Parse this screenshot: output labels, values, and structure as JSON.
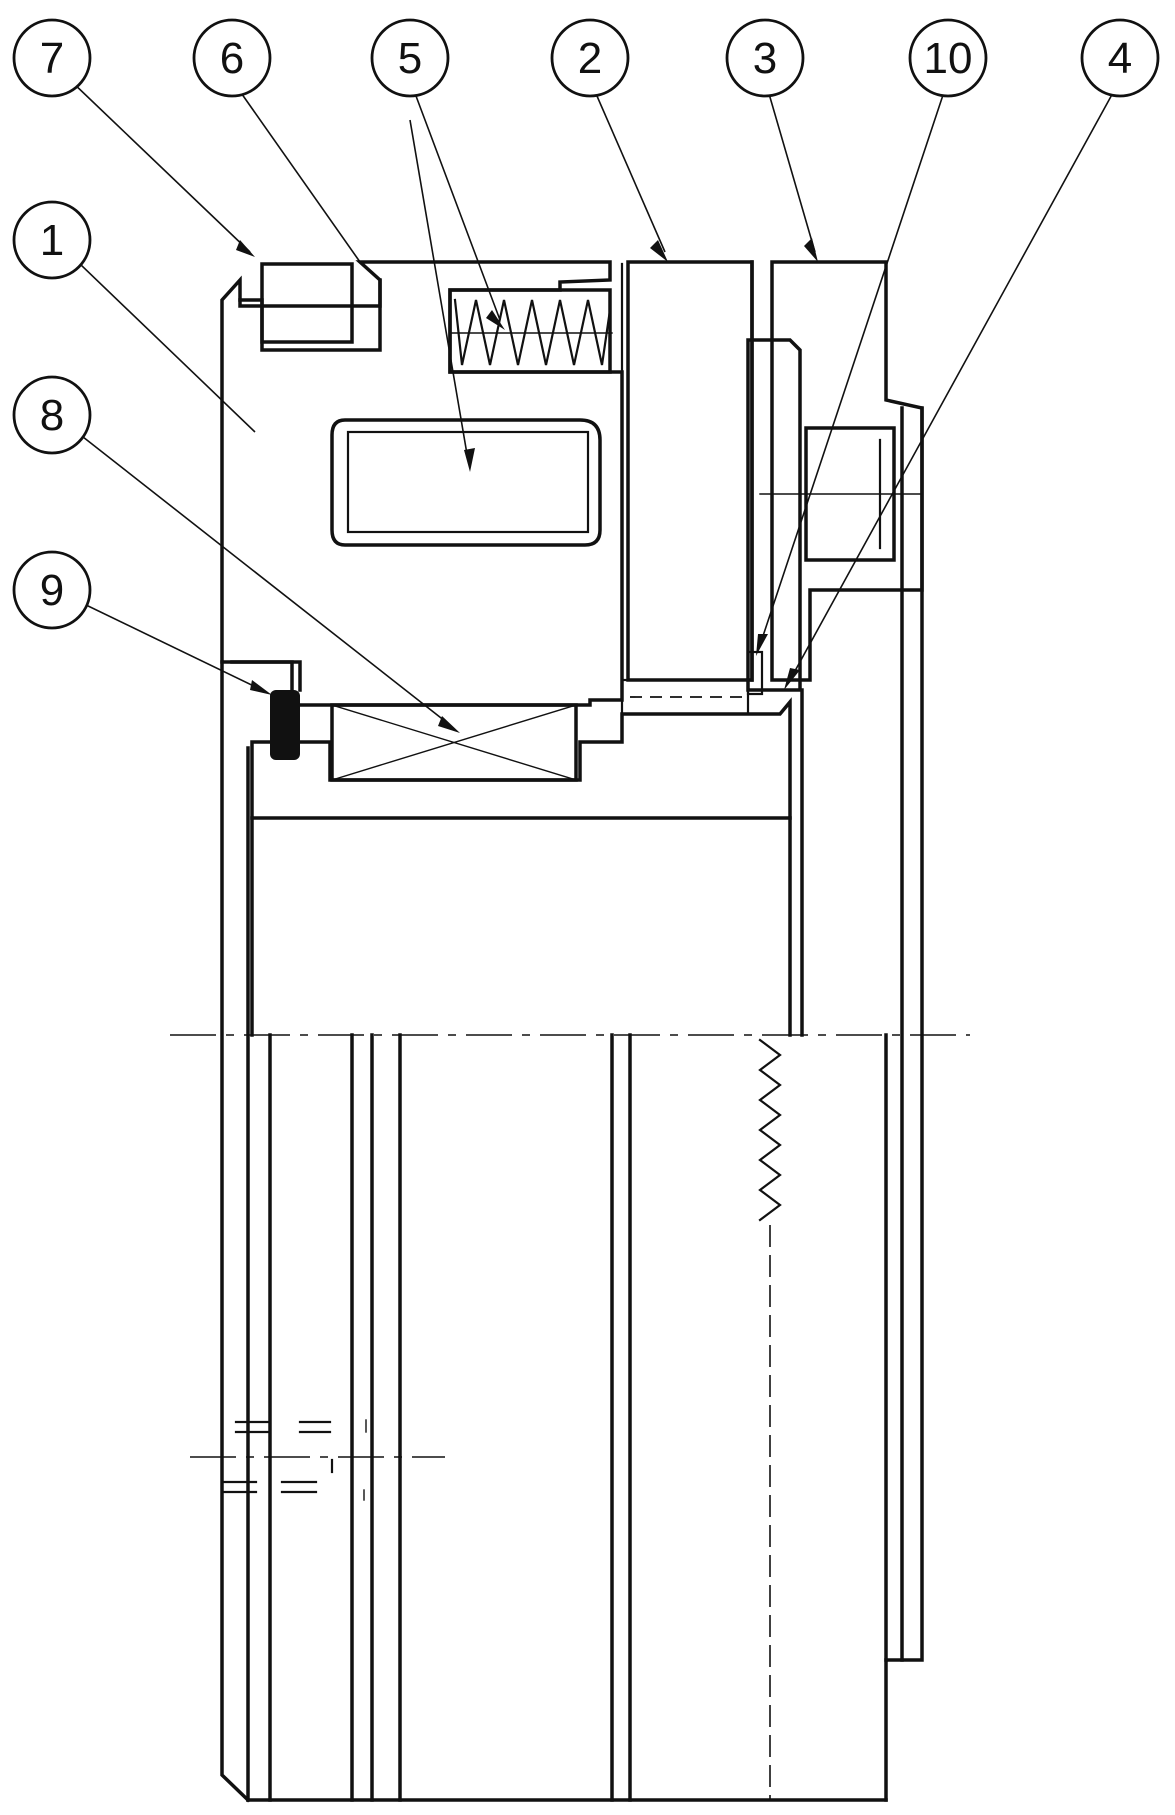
{
  "callouts": [
    {
      "label": "7"
    },
    {
      "label": "6"
    },
    {
      "label": "5"
    },
    {
      "label": "2"
    },
    {
      "label": "3"
    },
    {
      "label": "10"
    },
    {
      "label": "4"
    },
    {
      "label": "1"
    },
    {
      "label": "8"
    },
    {
      "label": "9"
    }
  ],
  "line_color": "#111111",
  "background": "#ffffff"
}
